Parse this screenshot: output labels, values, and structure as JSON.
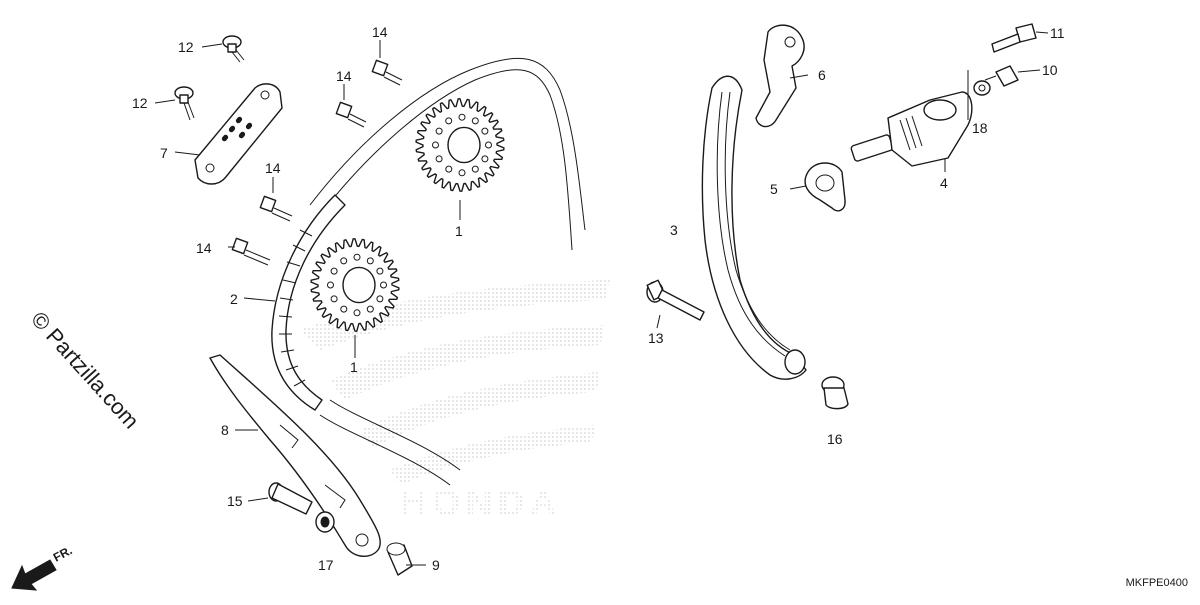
{
  "watermark": {
    "text": "© Partzilla.com"
  },
  "brand_logo": {
    "text": "HONDA"
  },
  "orientation": {
    "label": "FR."
  },
  "diagram_code": "MKFPE0400",
  "callouts": {
    "c1_upper": "1",
    "c1_lower": "1",
    "c2": "2",
    "c3": "3",
    "c4": "4",
    "c5": "5",
    "c6": "6",
    "c7": "7",
    "c8": "8",
    "c9": "9",
    "c10": "10",
    "c11": "11",
    "c12_upper": "12",
    "c12_lower": "12",
    "c13": "13",
    "c14_a": "14",
    "c14_b": "14",
    "c14_c": "14",
    "c14_d": "14",
    "c15": "15",
    "c16": "16",
    "c17": "17",
    "c18": "18"
  }
}
